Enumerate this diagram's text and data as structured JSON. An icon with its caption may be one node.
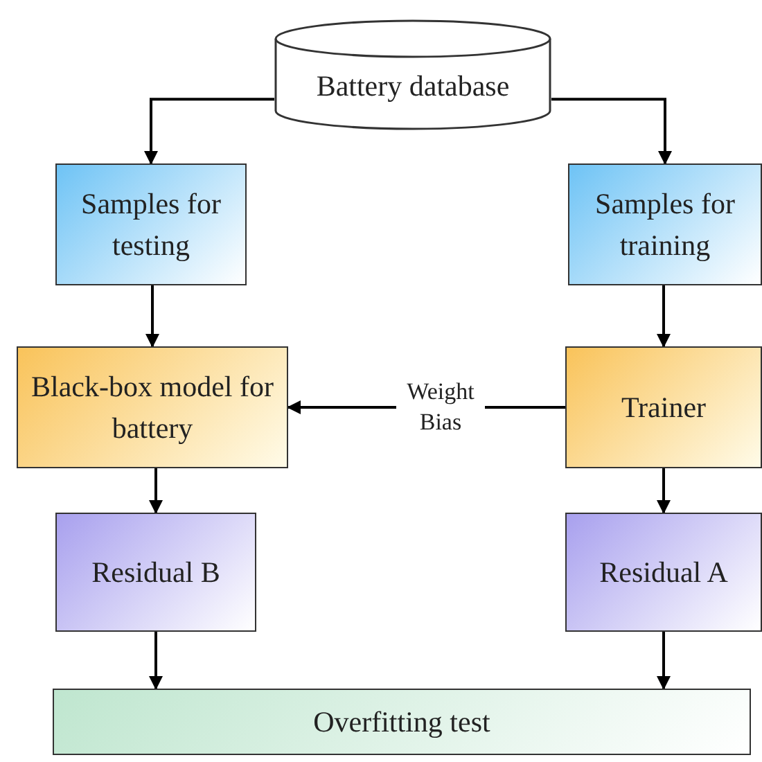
{
  "diagram": {
    "nodes": [
      {
        "text": [
          "Battery database"
        ]
      },
      {
        "text": [
          "Samples for testing"
        ]
      },
      {
        "text": [
          "Samples for training"
        ]
      },
      {
        "text": [
          "Black-box model for battery"
        ]
      },
      {
        "text": [
          "Trainer"
        ]
      },
      {
        "text": [
          "Residual B"
        ]
      },
      {
        "text": [
          "Residual A"
        ]
      },
      {
        "text": [
          "Overfitting test"
        ]
      }
    ],
    "edges": [
      {
        "from": 0,
        "to": 1,
        "arrow": "to"
      },
      {
        "from": 0,
        "to": 2,
        "arrow": "to"
      },
      {
        "from": 1,
        "to": 3,
        "arrow": "to"
      },
      {
        "from": 2,
        "to": 4,
        "arrow": "to"
      },
      {
        "from": 4,
        "to": 3,
        "arrow": "to",
        "label": "Weight Bias"
      },
      {
        "from": 3,
        "to": 5,
        "arrow": "to"
      },
      {
        "from": 4,
        "to": 6,
        "arrow": "to"
      },
      {
        "from": 5,
        "to": 7,
        "arrow": "to"
      },
      {
        "from": 6,
        "to": 7,
        "arrow": "to"
      }
    ]
  }
}
